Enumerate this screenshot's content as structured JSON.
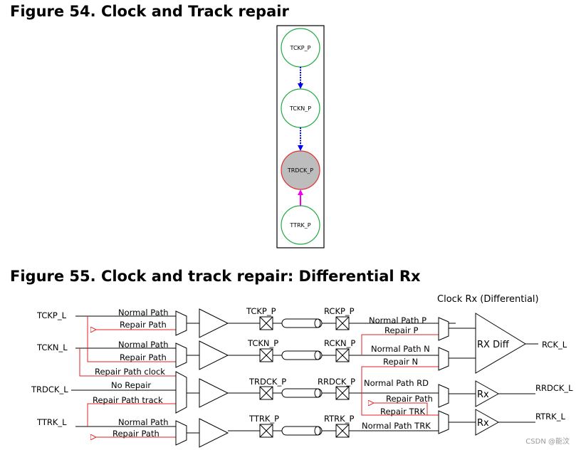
{
  "fig54": {
    "title": "Figure 54.  Clock and Track repair",
    "nodes": [
      "TCKP_P",
      "TCKN_P",
      "TRDCK_P",
      "TTRK_P"
    ]
  },
  "fig55": {
    "title": "Figure 55.  Clock and track repair: Differential Rx",
    "clock_rx_label": "Clock Rx (Differential)",
    "inputs": [
      "TCKP_L",
      "TCKN_L",
      "TRDCK_L",
      "TTRK_L"
    ],
    "path_labels": {
      "normal_path_1": "Normal Path",
      "repair_path_1": "Repair Path",
      "normal_path_2": "Normal Path",
      "repair_path_2": "Repair Path",
      "repair_path_clock": "Repair Path clock",
      "no_repair": "No Repair",
      "repair_path_track": "Repair Path track",
      "normal_path_3": "Normal Path",
      "repair_path_3": "Repair Path"
    },
    "tx_pads": [
      "TCKP_P",
      "TCKN_P",
      "TRDCK_P",
      "TTRK_P"
    ],
    "rx_pads": [
      "RCKP_P",
      "RCKN_P",
      "RRDCK_P",
      "RTRK_P"
    ],
    "rx_labels": {
      "normal_path_p": "Normal Path P",
      "repair_p": "Repair P",
      "normal_path_n": "Normal Path N",
      "repair_n": "Repair N",
      "normal_path_rd": "Normal Path RD",
      "repair_path": "Repair Path",
      "repair_trk": "Repair TRK",
      "normal_path_trk": "Normal Path TRK"
    },
    "rx_diff_label": "RX Diff",
    "rx_label": "Rx",
    "outputs": [
      "RCK_L",
      "RRDCK_L",
      "RTRK_L"
    ]
  },
  "watermark": "CSDN @能汶",
  "colors": {
    "node_green": "#22aa44",
    "node_red": "#e03030",
    "node_fill_gray": "#bdbdbd",
    "arrow_blue": "#0000ee",
    "arrow_magenta": "#ee00ee",
    "repair_red": "#e02020"
  }
}
